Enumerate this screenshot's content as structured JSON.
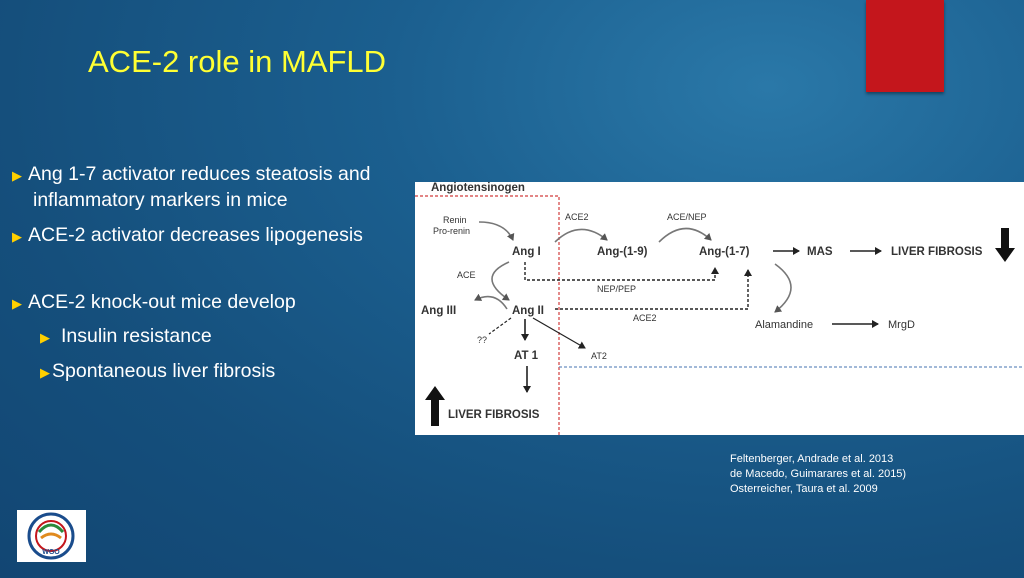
{
  "slide": {
    "title": "ACE-2 role in MAFLD",
    "accent_color": "#ffff33",
    "bullet_marker_color": "#ffd000",
    "bullets": [
      {
        "line1": "Ang 1-7 activator reduces steatosis and",
        "line2": "inflammatory markers in mice"
      },
      {
        "text": "ACE-2 activator decreases lipogenesis"
      },
      {
        "text": "ACE-2 knock-out mice develop"
      }
    ],
    "sub_bullets": [
      "Insulin resistance",
      "Spontaneous liver fibrosis"
    ],
    "references": [
      "Feltenberger, Andrade et al. 2013",
      "de Macedo, Guimarares et al. 2015)",
      "Osterreicher, Taura et al. 2009"
    ],
    "logo_text": "WGO"
  },
  "diagram": {
    "angiotensinogen": "Angiotensinogen",
    "renin": "Renin",
    "pro_renin": "Pro-renin",
    "ang1": "Ang I",
    "ang19": "Ang-(1-9)",
    "ang17": "Ang-(1-7)",
    "mas": "MAS",
    "liver_fibrosis_right": "LIVER FIBROSIS",
    "ace2_top": "ACE2",
    "ace_nep": "ACE/NEP",
    "ace": "ACE",
    "nep_pep": "NEP/PEP",
    "ang3": "Ang III",
    "ang2": "Ang II",
    "ace2_mid": "ACE2",
    "alamandine": "Alamandine",
    "mrgd": "MrgD",
    "qq": "??",
    "at1": "AT 1",
    "at2": "AT2",
    "liver_fibrosis_bottom": "LIVER FIBROSIS"
  }
}
